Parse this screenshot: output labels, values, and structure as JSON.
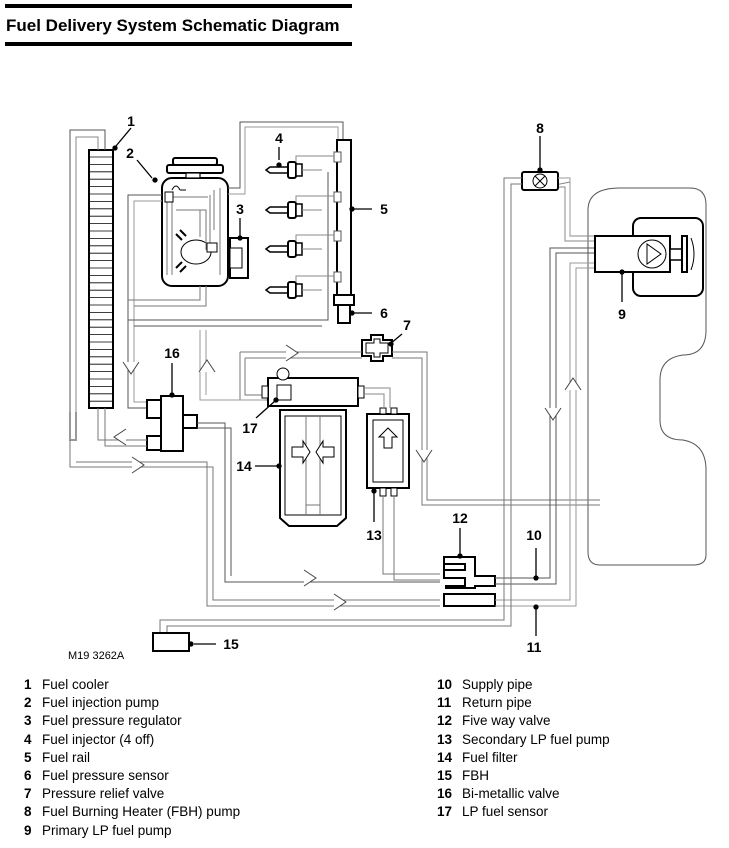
{
  "title": "Fuel Delivery System Schematic Diagram",
  "figure_ref": "M19 3262A",
  "callouts": [
    {
      "n": "1"
    },
    {
      "n": "2"
    },
    {
      "n": "3"
    },
    {
      "n": "4"
    },
    {
      "n": "5"
    },
    {
      "n": "6"
    },
    {
      "n": "7"
    },
    {
      "n": "8"
    },
    {
      "n": "9"
    },
    {
      "n": "10"
    },
    {
      "n": "11"
    },
    {
      "n": "12"
    },
    {
      "n": "13"
    },
    {
      "n": "14"
    },
    {
      "n": "15"
    },
    {
      "n": "16"
    },
    {
      "n": "17"
    }
  ],
  "legend": {
    "left": [
      {
        "num": "1",
        "label": "Fuel cooler"
      },
      {
        "num": "2",
        "label": "Fuel injection pump"
      },
      {
        "num": "3",
        "label": "Fuel pressure regulator"
      },
      {
        "num": "4",
        "label": "Fuel injector (4 off)"
      },
      {
        "num": "5",
        "label": "Fuel rail"
      },
      {
        "num": "6",
        "label": "Fuel pressure sensor"
      },
      {
        "num": "7",
        "label": "Pressure relief valve"
      },
      {
        "num": "8",
        "label": "Fuel Burning Heater (FBH) pump"
      },
      {
        "num": "9",
        "label": "Primary LP fuel pump"
      }
    ],
    "right": [
      {
        "num": "10",
        "label": "Supply pipe"
      },
      {
        "num": "11",
        "label": "Return pipe"
      },
      {
        "num": "12",
        "label": "Five way valve"
      },
      {
        "num": "13",
        "label": "Secondary LP fuel pump"
      },
      {
        "num": "14",
        "label": "Fuel filter"
      },
      {
        "num": "15",
        "label": "FBH"
      },
      {
        "num": "16",
        "label": "Bi-metallic valve"
      },
      {
        "num": "17",
        "label": "LP fuel sensor"
      }
    ]
  },
  "colors": {
    "line": "#000000",
    "pipe_light": "#a0a0a0",
    "pipe_dark": "#505050"
  }
}
